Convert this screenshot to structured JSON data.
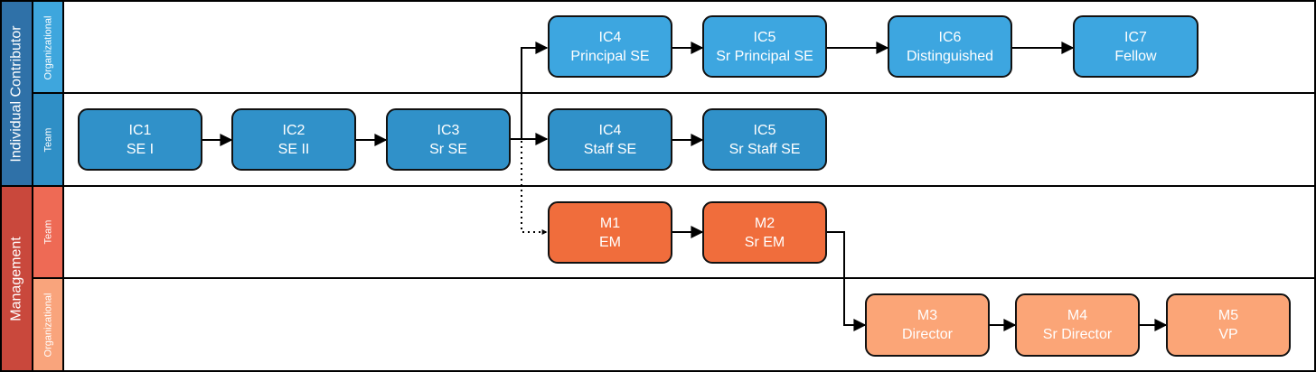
{
  "colors": {
    "ic_group": "#2f71a8",
    "ic_organizational": "#3ea6dd",
    "ic_team": "#2f8fc6",
    "ic_node_org": "#3da6e0",
    "ic_node_team": "#3091c9",
    "mgmt_group": "#c9483c",
    "mgmt_team": "#ee6a55",
    "mgmt_organizational": "#f9a47c",
    "m_node_team": "#f06d3c",
    "m_node_org": "#fba577",
    "border": "#111111"
  },
  "groups": [
    {
      "id": "ic",
      "label": "Individual Contributor"
    },
    {
      "id": "mgmt",
      "label": "Management"
    }
  ],
  "lanes": [
    {
      "id": "ic-org",
      "label": "Organizational"
    },
    {
      "id": "ic-team",
      "label": "Team"
    },
    {
      "id": "m-team",
      "label": "Team"
    },
    {
      "id": "m-org",
      "label": "Organizational"
    }
  ],
  "nodes": [
    {
      "id": "ic1",
      "level": "IC1",
      "title": "SE I"
    },
    {
      "id": "ic2",
      "level": "IC2",
      "title": "SE II"
    },
    {
      "id": "ic3",
      "level": "IC3",
      "title": "Sr SE"
    },
    {
      "id": "ic4-team",
      "level": "IC4",
      "title": "Staff SE"
    },
    {
      "id": "ic5-team",
      "level": "IC5",
      "title": "Sr Staff SE"
    },
    {
      "id": "ic4-org",
      "level": "IC4",
      "title": "Principal SE"
    },
    {
      "id": "ic5-org",
      "level": "IC5",
      "title": "Sr Principal SE"
    },
    {
      "id": "ic6",
      "level": "IC6",
      "title": "Distinguished"
    },
    {
      "id": "ic7",
      "level": "IC7",
      "title": "Fellow"
    },
    {
      "id": "m1",
      "level": "M1",
      "title": "EM"
    },
    {
      "id": "m2",
      "level": "M2",
      "title": "Sr EM"
    },
    {
      "id": "m3",
      "level": "M3",
      "title": "Director"
    },
    {
      "id": "m4",
      "level": "M4",
      "title": "Sr Director"
    },
    {
      "id": "m5",
      "level": "M5",
      "title": "VP"
    }
  ],
  "edges": [
    {
      "from": "ic1",
      "to": "ic2",
      "style": "solid"
    },
    {
      "from": "ic2",
      "to": "ic3",
      "style": "solid"
    },
    {
      "from": "ic3",
      "to": "ic4-team",
      "style": "solid"
    },
    {
      "from": "ic4-team",
      "to": "ic5-team",
      "style": "solid"
    },
    {
      "from": "ic3",
      "to": "ic4-org",
      "style": "solid"
    },
    {
      "from": "ic4-org",
      "to": "ic5-org",
      "style": "solid"
    },
    {
      "from": "ic5-org",
      "to": "ic6",
      "style": "solid"
    },
    {
      "from": "ic6",
      "to": "ic7",
      "style": "solid"
    },
    {
      "from": "ic3",
      "to": "m1",
      "style": "dotted"
    },
    {
      "from": "m1",
      "to": "m2",
      "style": "solid"
    },
    {
      "from": "m2",
      "to": "m3",
      "style": "solid"
    },
    {
      "from": "m3",
      "to": "m4",
      "style": "solid"
    },
    {
      "from": "m4",
      "to": "m5",
      "style": "solid"
    }
  ]
}
